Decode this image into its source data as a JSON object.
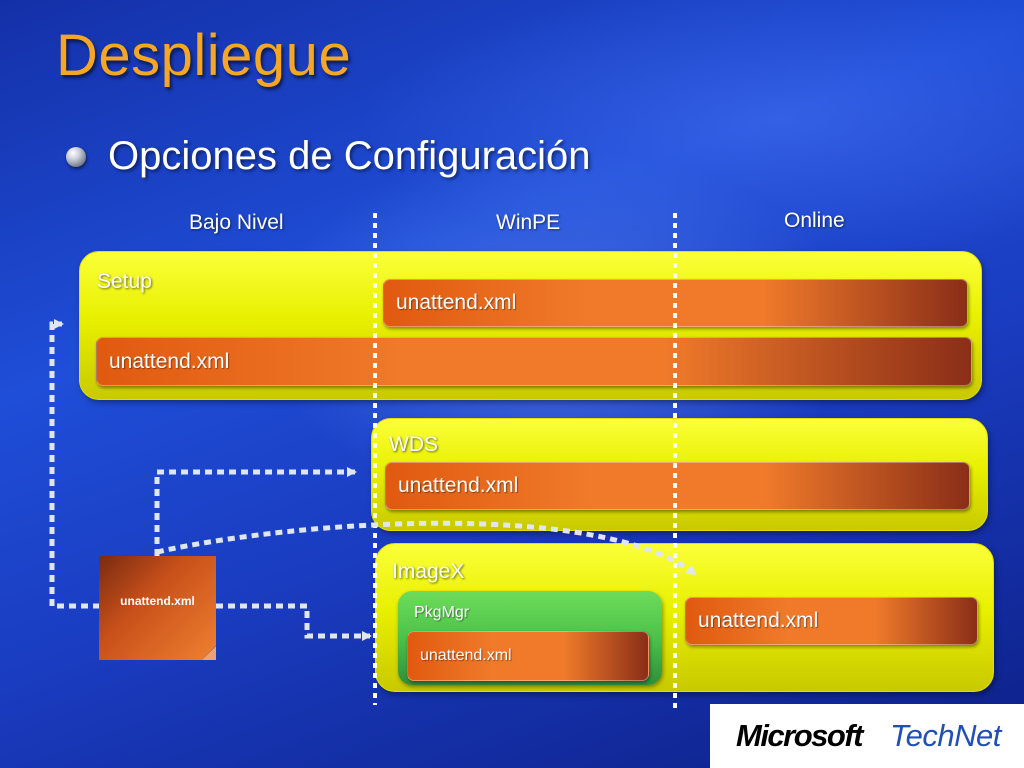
{
  "slide": {
    "title": "Despliegue",
    "bullet": "Opciones de Configuración"
  },
  "columns": {
    "low_level": "Bajo Nivel",
    "winpe": "WinPE",
    "online": "Online"
  },
  "setup": {
    "label": "Setup",
    "file_winpe": "unattend.xml",
    "file_low_level": "unattend.xml"
  },
  "wds": {
    "label": "WDS",
    "file": "unattend.xml"
  },
  "imagex": {
    "label": "ImageX",
    "pkgmgr_label": "PkgMgr",
    "pkgmgr_file": "unattend.xml",
    "online_file": "unattend.xml"
  },
  "source_file": {
    "label": "unattend.xml"
  },
  "logo": {
    "microsoft": "Microsoft",
    "technet": "TechNet"
  },
  "colors": {
    "title": "#f5a623",
    "panel": "#e8f000",
    "bar": "#f07a2a",
    "pkgmgr": "#4cc24a",
    "connector": "#e0e6f0"
  }
}
